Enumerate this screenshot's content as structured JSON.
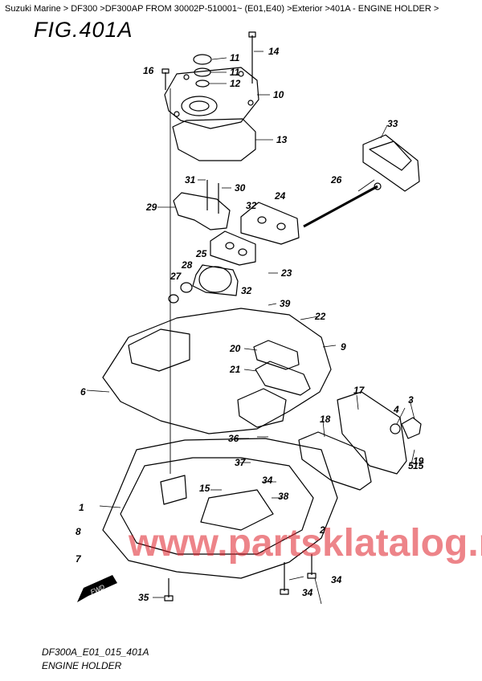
{
  "breadcrumb": "Suzuki Marine > DF300 >DF300AP FROM 30002P-510001~ (E01,E40) >Exterior >401A - ENGINE HOLDER >",
  "figure_title": "FIG.401A",
  "watermark": "www.partsklatalog.ru",
  "fwd_label": "FWD",
  "footer": {
    "code": "DF300A_E01_015_401A",
    "name": "ENGINE HOLDER"
  },
  "callouts": [
    "1",
    "2",
    "3",
    "4",
    "5",
    "6",
    "7",
    "8",
    "9",
    "10",
    "11",
    "11",
    "12",
    "13",
    "14",
    "15",
    "15",
    "16",
    "17",
    "18",
    "19",
    "20",
    "21",
    "22",
    "23",
    "24",
    "25",
    "26",
    "27",
    "28",
    "29",
    "30",
    "31",
    "32",
    "32",
    "33",
    "34",
    "34",
    "34",
    "35",
    "36",
    "37",
    "38",
    "39"
  ]
}
